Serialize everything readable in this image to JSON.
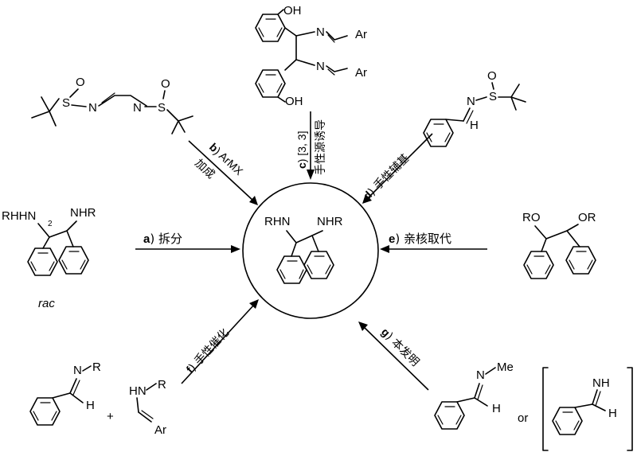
{
  "center": {
    "label_left": "RHN",
    "label_right": "NHR"
  },
  "routes": {
    "a": {
      "letter": "a",
      "text": ") 拆分"
    },
    "b": {
      "letter": "b",
      "text": ") ArMX",
      "text2": "加成"
    },
    "c": {
      "letter": "c",
      "text": ") [3, 3]",
      "text2": "手性源诱导"
    },
    "d": {
      "letter": "d",
      "text": ") 手性辅基"
    },
    "e": {
      "letter": "e",
      "text": ") 亲核取代"
    },
    "f": {
      "letter": "f",
      "text": ") 手性催化"
    },
    "g": {
      "letter": "g",
      "text": ") 本发明"
    }
  },
  "compounds": {
    "rac_diamine": {
      "nh2": "RHH",
      "nh2_num": "2",
      "n": "N",
      "nhr": "NHR",
      "rac": "rac"
    },
    "bis_sulfinylimine": {
      "s": "S",
      "o": "O",
      "n": "N"
    },
    "salicyl_diimine": {
      "oh": "OH",
      "n": "N",
      "ar": "Ar"
    },
    "sulfinylimine": {
      "s": "S",
      "o": "O",
      "n": "N",
      "h": "H"
    },
    "diol": {
      "ro": "RO",
      "or": "OR"
    },
    "imine": {
      "n": "N",
      "r": "R",
      "h": "H"
    },
    "enamine": {
      "hn": "HN",
      "r": "R",
      "ar": "Ar",
      "plus": "+"
    },
    "methylimine": {
      "n": "N",
      "me": "Me",
      "h": "H",
      "or": "or"
    },
    "nh_imine": {
      "nh": "NH",
      "h": "H"
    }
  }
}
